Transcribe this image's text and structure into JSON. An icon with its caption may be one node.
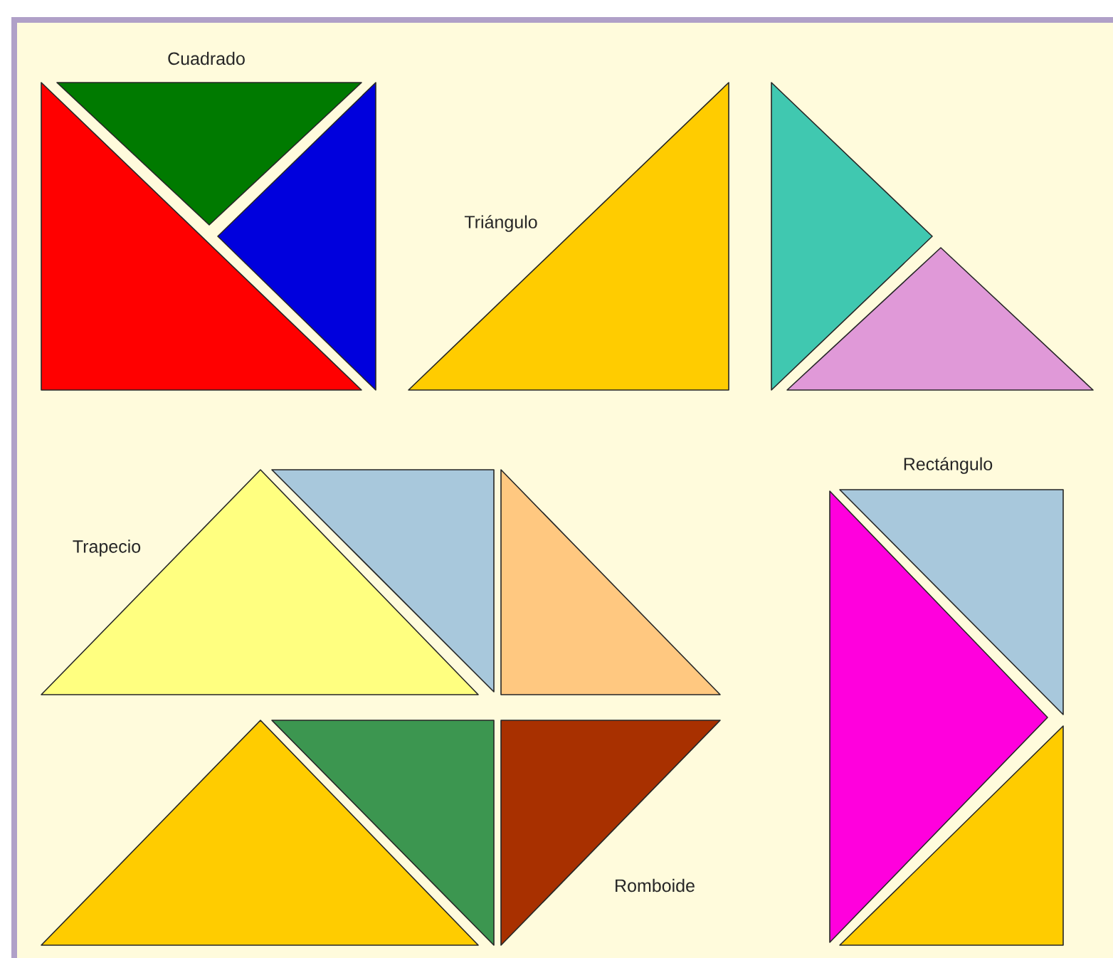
{
  "diagram": {
    "labels": [
      "Cuadrado",
      "Triángulo",
      "Trapecio",
      "Rectángulo",
      "Romboide"
    ]
  }
}
